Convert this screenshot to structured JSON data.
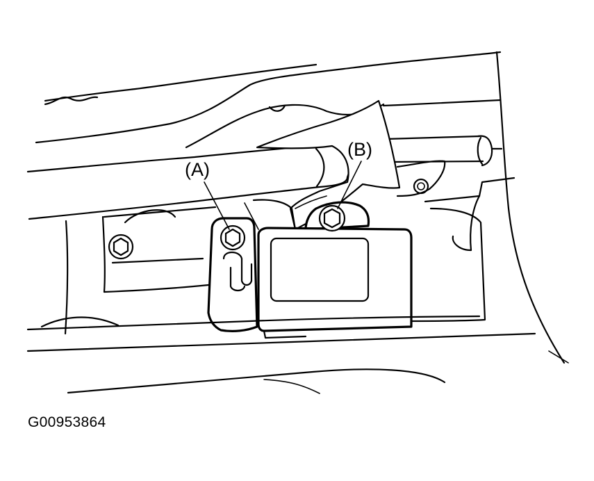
{
  "labels": {
    "bolt_a": "(A)",
    "bolt_b": "(B)"
  },
  "figure_id": "G00953864",
  "colors": {
    "line": "#000000",
    "background": "#ffffff"
  }
}
